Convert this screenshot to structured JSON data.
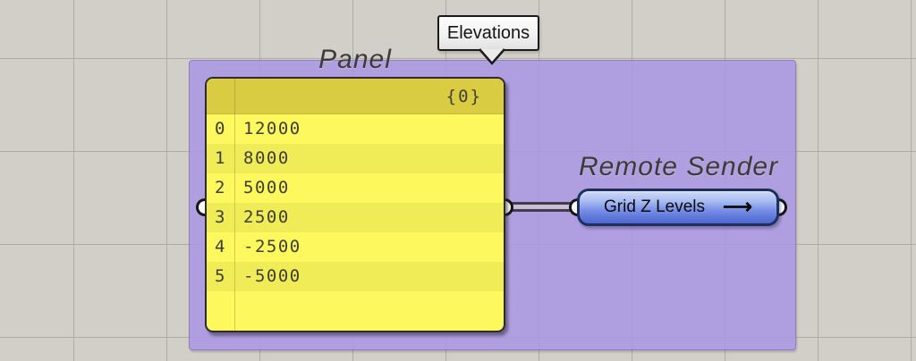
{
  "canvas": {
    "background": "#d2cfc8",
    "grid_color": "#aeaba4"
  },
  "group": {
    "color": "#b6a7e3"
  },
  "tooltip": {
    "text": "Elevations"
  },
  "panel": {
    "label": "Panel",
    "path_tag": "{0}",
    "colors": {
      "header": "#d9cc42",
      "row_even": "#fcf85e",
      "row_odd": "#f0ec57"
    },
    "rows": [
      {
        "index": "0",
        "value": "12000"
      },
      {
        "index": "1",
        "value": "8000"
      },
      {
        "index": "2",
        "value": "5000"
      },
      {
        "index": "3",
        "value": "2500"
      },
      {
        "index": "4",
        "value": "-2500"
      },
      {
        "index": "5",
        "value": "-5000"
      }
    ]
  },
  "sender": {
    "label": "Remote Sender",
    "name": "Grid Z Levels",
    "arrow": "⟶",
    "color": "#5a74d8"
  }
}
